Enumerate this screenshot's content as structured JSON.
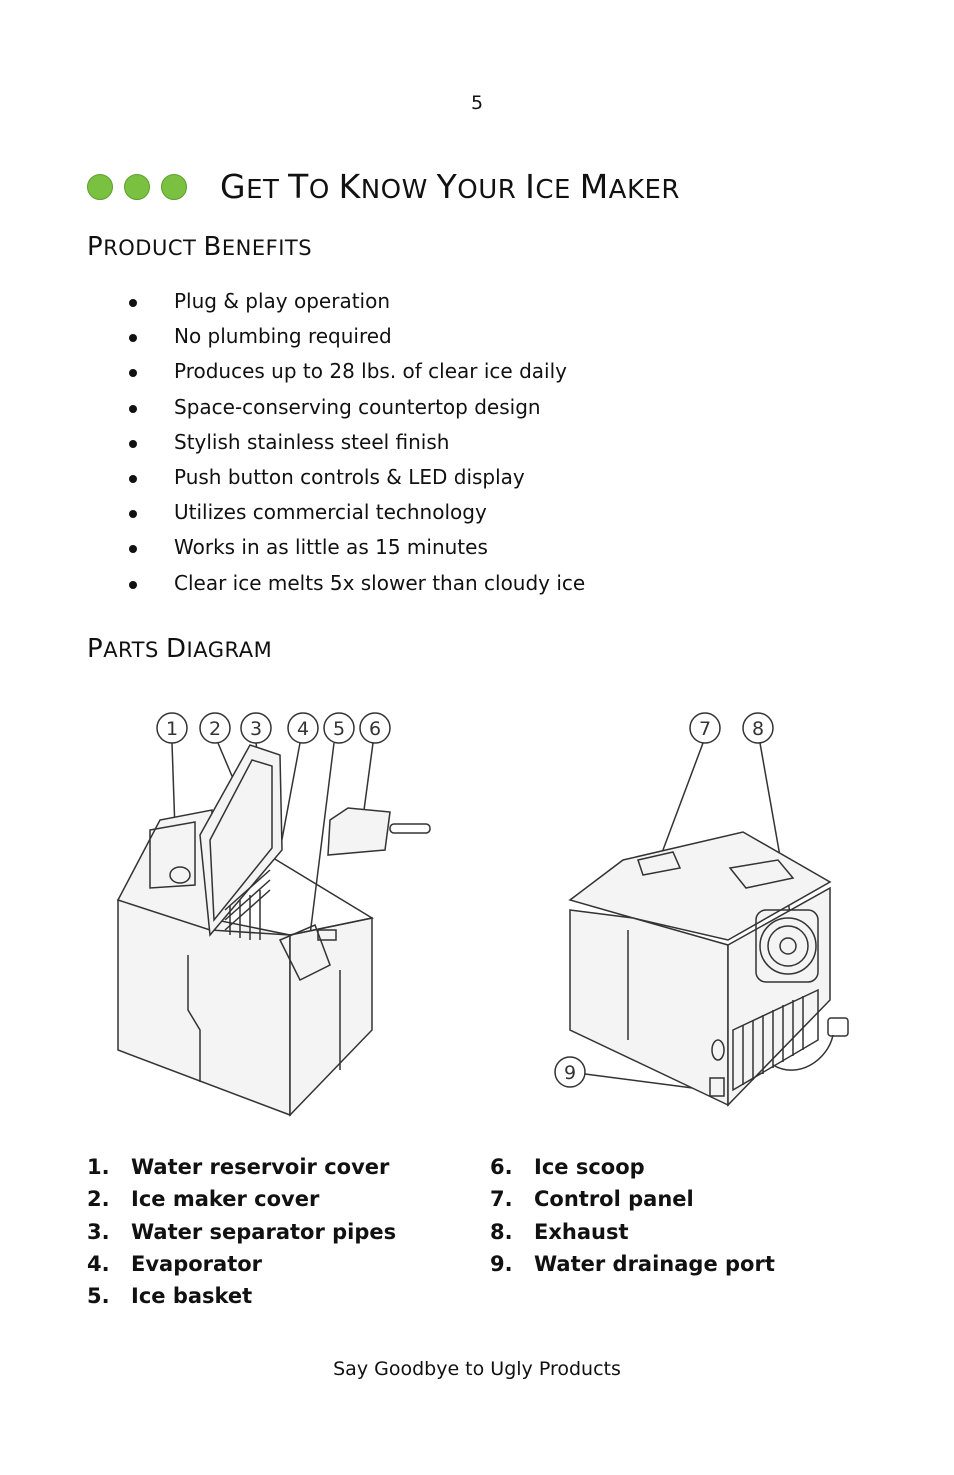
{
  "page": {
    "number": "5"
  },
  "title": {
    "words": [
      {
        "initial": "G",
        "rest": "ET"
      },
      {
        "initial": "T",
        "rest": "O"
      },
      {
        "initial": "K",
        "rest": "NOW"
      },
      {
        "initial": "Y",
        "rest": "OUR"
      },
      {
        "initial": "I",
        "rest": "CE"
      },
      {
        "initial": "M",
        "rest": "AKER"
      }
    ],
    "dot_color": "#7ac142"
  },
  "benefits": {
    "heading_initial_1": "P",
    "heading_rest_1": "RODUCT",
    "heading_initial_2": "B",
    "heading_rest_2": "ENEFITS",
    "items": [
      "Plug & play operation",
      "No plumbing required",
      "Produces up to 28 lbs. of clear ice daily",
      "Space-conserving countertop design",
      "Stylish stainless steel finish",
      "Push button controls & LED display",
      "Utilizes commercial technology",
      "Works in as little as 15 minutes",
      "Clear ice melts 5x slower than cloudy ice"
    ]
  },
  "diagram": {
    "heading_initial_1": "P",
    "heading_rest_1": "ARTS",
    "heading_initial_2": "D",
    "heading_rest_2": "IAGRAM",
    "callouts_left": [
      "1",
      "2",
      "3",
      "4",
      "5",
      "6"
    ],
    "callouts_right": [
      "7",
      "8",
      "9"
    ]
  },
  "parts": {
    "left": [
      {
        "num": "1.",
        "label": "Water reservoir cover"
      },
      {
        "num": "2.",
        "label": "Ice maker cover"
      },
      {
        "num": "3.",
        "label": "Water separator pipes"
      },
      {
        "num": "4.",
        "label": "Evaporator"
      },
      {
        "num": "5.",
        "label": "Ice basket"
      }
    ],
    "right": [
      {
        "num": "6.",
        "label": "Ice scoop"
      },
      {
        "num": "7.",
        "label": "Control panel"
      },
      {
        "num": "8.",
        "label": "Exhaust"
      },
      {
        "num": "9.",
        "label": "Water drainage port"
      }
    ]
  },
  "footer": {
    "text": "Say Goodbye to Ugly Products"
  }
}
